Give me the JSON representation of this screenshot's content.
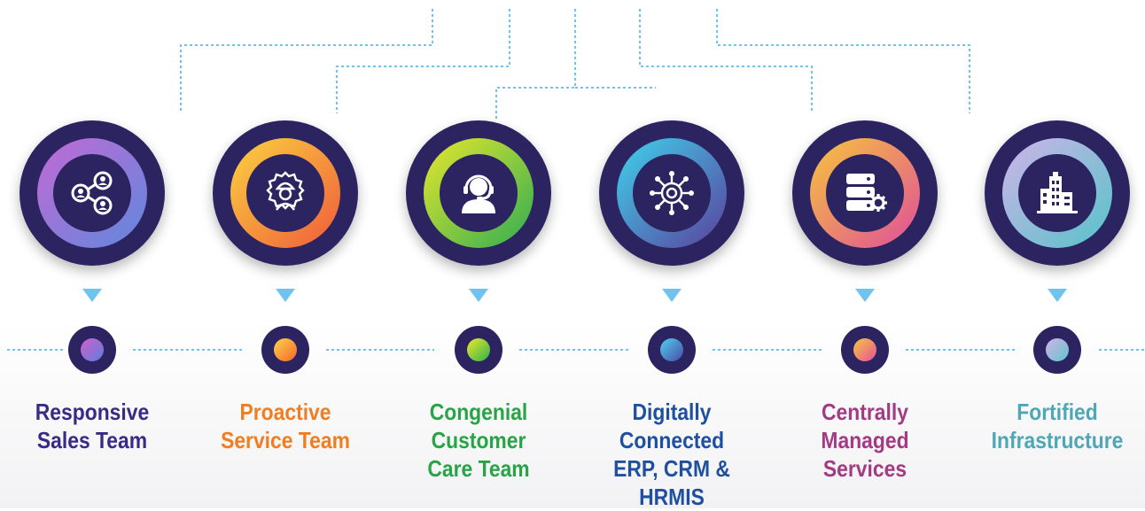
{
  "items": [
    {
      "key": "sales",
      "icon": "share-network-icon",
      "lines": [
        "Responsive",
        "Sales Team"
      ],
      "color": "#3a2a86",
      "gradient": [
        "#c36ad4",
        "#5e88dc"
      ],
      "dot_gradient": [
        "#d35fc8",
        "#5b7fe0"
      ]
    },
    {
      "key": "service",
      "icon": "engineer-gear-icon",
      "lines": [
        "Proactive",
        "Service Team"
      ],
      "color": "#ef7d22",
      "gradient": [
        "#fbd240",
        "#ef5b3a"
      ],
      "dot_gradient": [
        "#ffd54a",
        "#f3652e"
      ]
    },
    {
      "key": "care",
      "icon": "headset-agent-icon",
      "lines": [
        "Congenial",
        "Customer",
        "Care Team"
      ],
      "color": "#28a447",
      "gradient": [
        "#e7e72d",
        "#2fad52"
      ],
      "dot_gradient": [
        "#f0ea2a",
        "#2bb04e"
      ]
    },
    {
      "key": "digital",
      "icon": "network-hub-icon",
      "lines": [
        "Digitally",
        "Connected",
        "ERP, CRM &",
        "HRMIS"
      ],
      "color": "#1f4f9f",
      "gradient": [
        "#3fd3ec",
        "#5a3f9c"
      ],
      "dot_gradient": [
        "#4fd0ee",
        "#4a4aa8"
      ]
    },
    {
      "key": "managed",
      "icon": "server-gear-icon",
      "lines": [
        "Centrally",
        "Managed",
        "Services"
      ],
      "color": "#a23b83",
      "gradient": [
        "#f6c53c",
        "#e04e9a"
      ],
      "dot_gradient": [
        "#f9c73d",
        "#e2509c"
      ]
    },
    {
      "key": "infra",
      "icon": "city-buildings-icon",
      "lines": [
        "Fortified",
        "Infrastructure"
      ],
      "color": "#4fa6b4",
      "gradient": [
        "#cfb4e8",
        "#55c3c9"
      ],
      "dot_gradient": [
        "#d4b1e8",
        "#5ec6cb"
      ]
    }
  ],
  "colors": {
    "navy": "#2b2461",
    "connector": "#6fc3ef"
  }
}
